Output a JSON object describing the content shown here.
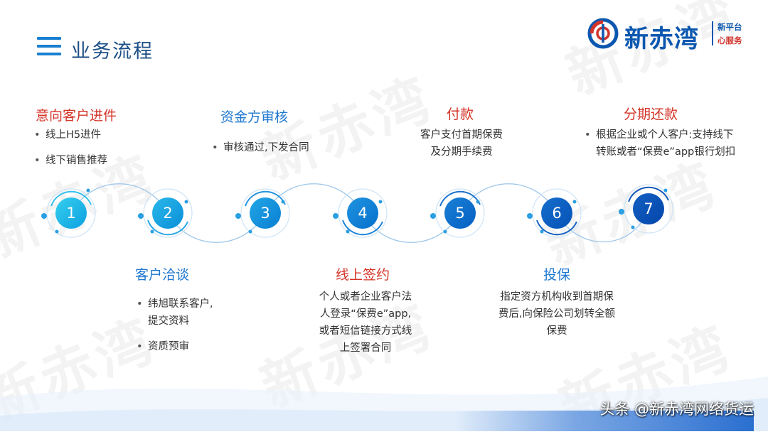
{
  "header": {
    "title": "业务流程"
  },
  "logo": {
    "name": "新赤湾",
    "tagline_top": "新平台",
    "tagline_bottom": "心服务",
    "watermark": "新赤湾"
  },
  "steps": [
    {
      "number": "1",
      "title": "意向客户进件",
      "bullets": [
        "线上H5进件",
        "线下销售推荐"
      ]
    },
    {
      "number": "2",
      "title": "客户洽谈",
      "bullets": [
        "纬旭联系客户,\n提交资料",
        "资质预审"
      ]
    },
    {
      "number": "3",
      "title": "资金方审核",
      "bullets": [
        "审核通过,下发合同"
      ]
    },
    {
      "number": "4",
      "title": "线上签约",
      "text": "个人或者企业客户法人登录“保费e”app,或者短信链接方式线上签署合同"
    },
    {
      "number": "5",
      "title": "付款",
      "text": "客户支付首期保费及分期手续费"
    },
    {
      "number": "6",
      "title": "投保",
      "text": "指定资方机构收到首期保费后,向保险公司划转全额保费"
    },
    {
      "number": "7",
      "title": "分期还款",
      "bullets": [
        "根据企业或个人客户:支持线下转账或者“保费e”app银行划扣"
      ]
    }
  ],
  "colors": {
    "accent_red": "#d33428",
    "accent_blue": "#2078d0",
    "title_blue": "#1d4f86",
    "brand_blue": "#0b57b0"
  },
  "footer": {
    "attribution": "头条 @新赤湾网络货运"
  }
}
